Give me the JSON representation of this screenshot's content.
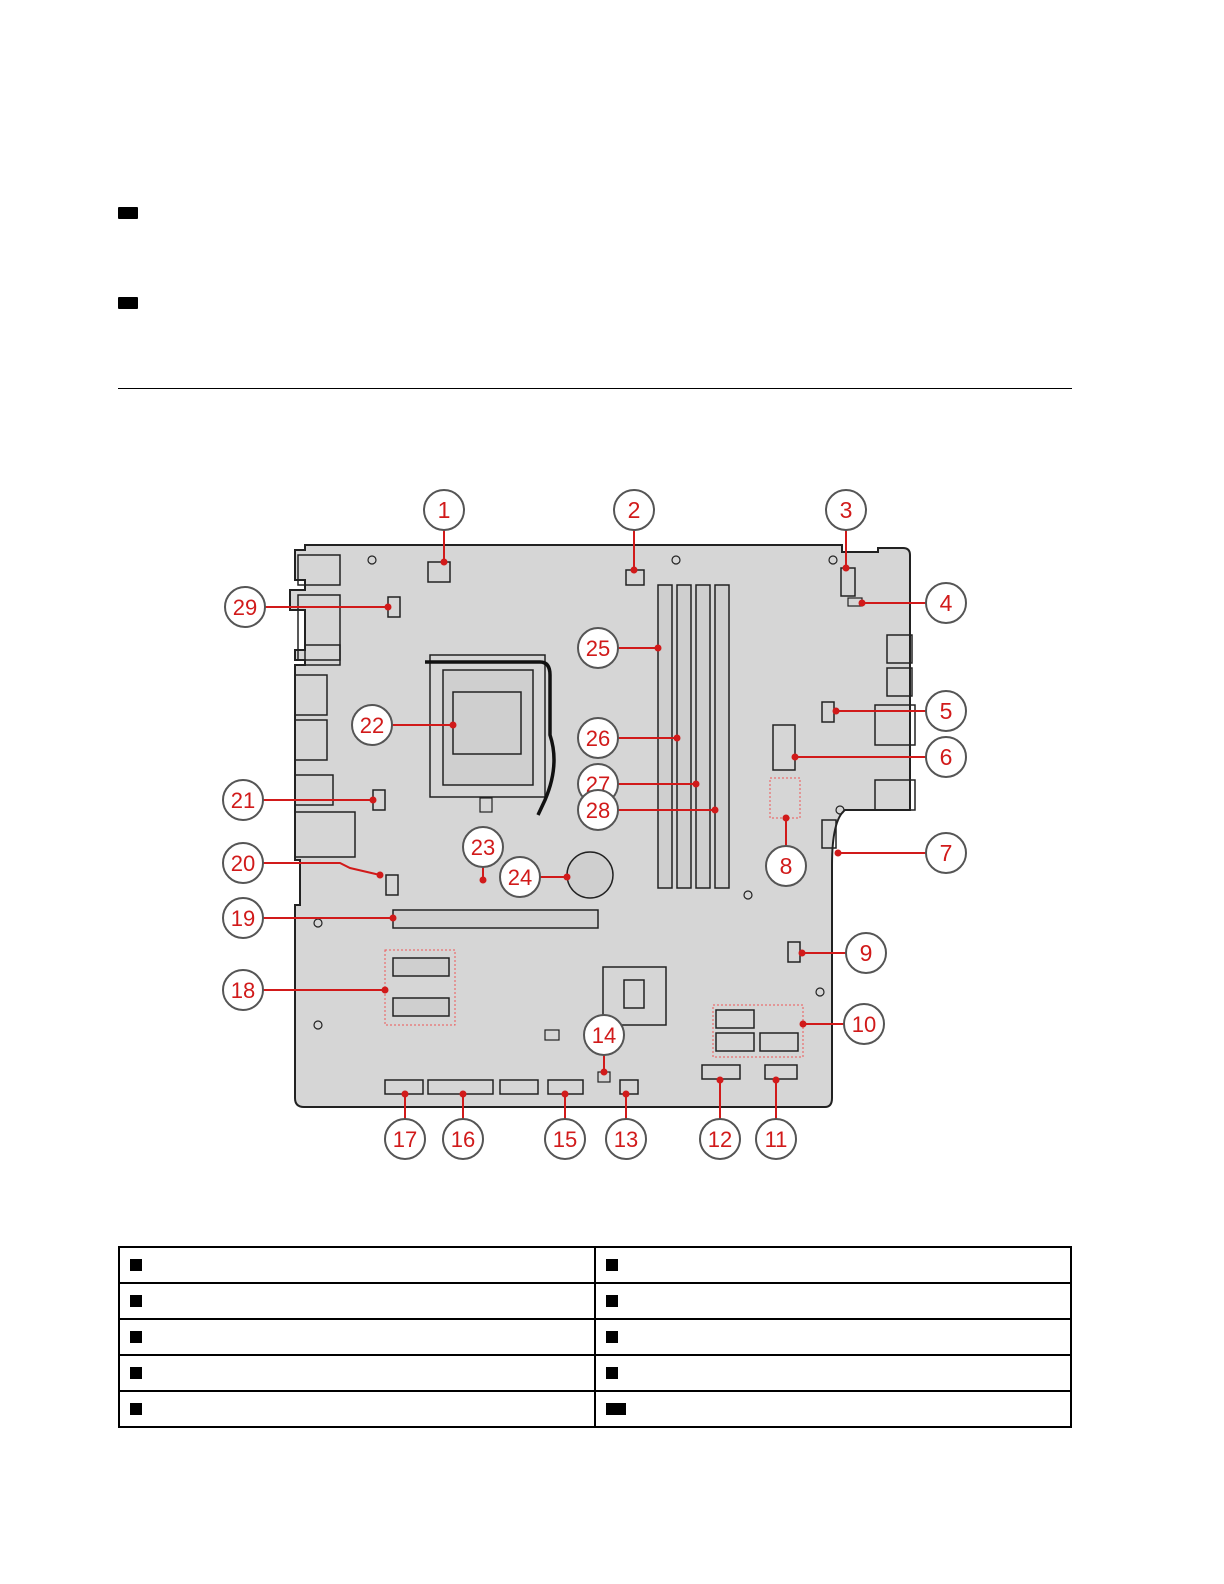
{
  "markers": [
    {
      "label": "",
      "name": "legend-marker-1"
    },
    {
      "label": "",
      "name": "legend-marker-2"
    }
  ],
  "diagram": {
    "callouts": [
      "1",
      "2",
      "3",
      "4",
      "5",
      "6",
      "7",
      "8",
      "9",
      "10",
      "11",
      "12",
      "13",
      "14",
      "15",
      "16",
      "17",
      "18",
      "19",
      "20",
      "21",
      "22",
      "23",
      "24",
      "25",
      "26",
      "27",
      "28",
      "29"
    ],
    "colors": {
      "board": "#d6d6d6",
      "board_edge": "#222222",
      "callout": "#d11a1a",
      "callout_text": "#d11a1a",
      "circle_fill": "#ffffff"
    }
  },
  "table": {
    "rows": [
      [
        {
          "marker": "",
          "text": ""
        },
        {
          "marker": "",
          "text": ""
        }
      ],
      [
        {
          "marker": "",
          "text": ""
        },
        {
          "marker": "",
          "text": ""
        }
      ],
      [
        {
          "marker": "",
          "text": ""
        },
        {
          "marker": "",
          "text": ""
        }
      ],
      [
        {
          "marker": "",
          "text": ""
        },
        {
          "marker": "",
          "text": ""
        }
      ],
      [
        {
          "marker": "",
          "text": ""
        },
        {
          "marker": "",
          "text": "",
          "wide": true
        }
      ]
    ]
  }
}
